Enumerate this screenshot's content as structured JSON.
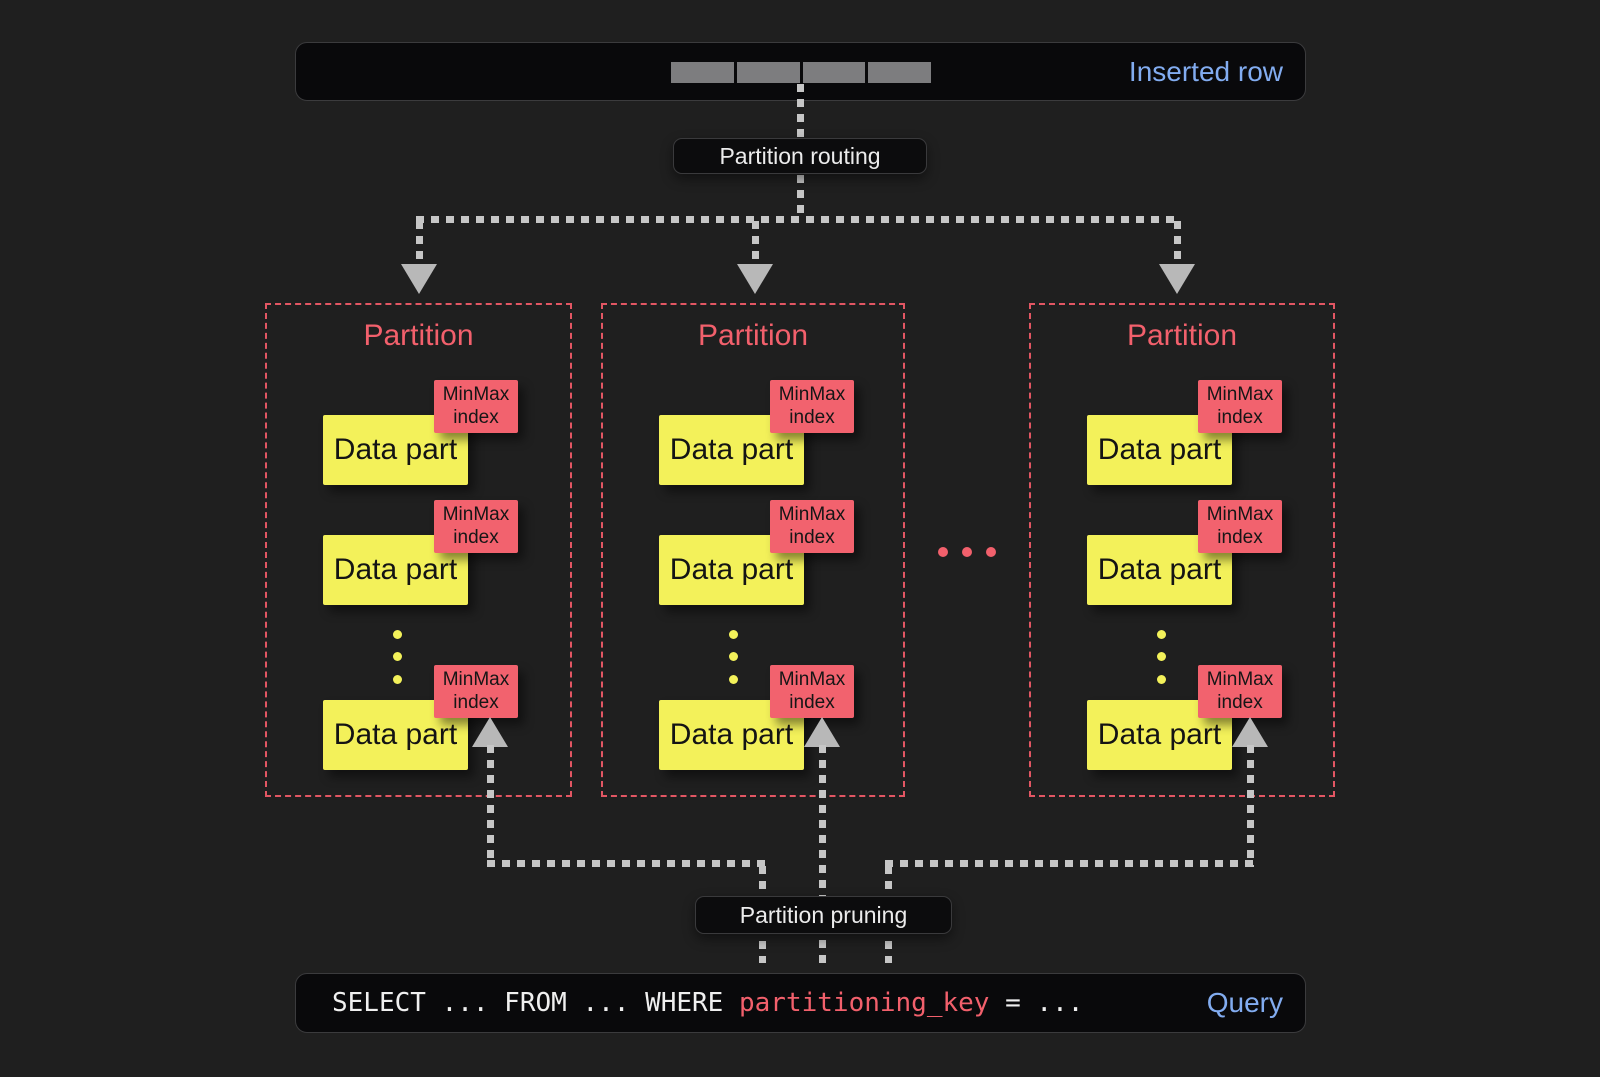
{
  "top_bar": {
    "label": "Inserted row",
    "segment_count": 4
  },
  "routing_label": "Partition routing",
  "pruning_label": "Partition pruning",
  "partitions": [
    {
      "title": "Partition",
      "parts": [
        {
          "part_label": "Data part",
          "index_label": "MinMax index"
        },
        {
          "part_label": "Data part",
          "index_label": "MinMax index"
        },
        {
          "part_label": "Data part",
          "index_label": "MinMax index"
        }
      ]
    },
    {
      "title": "Partition",
      "parts": [
        {
          "part_label": "Data part",
          "index_label": "MinMax index"
        },
        {
          "part_label": "Data part",
          "index_label": "MinMax index"
        },
        {
          "part_label": "Data part",
          "index_label": "MinMax index"
        }
      ]
    },
    {
      "title": "Partition",
      "parts": [
        {
          "part_label": "Data part",
          "index_label": "MinMax index"
        },
        {
          "part_label": "Data part",
          "index_label": "MinMax index"
        },
        {
          "part_label": "Data part",
          "index_label": "MinMax index"
        }
      ]
    }
  ],
  "query_bar": {
    "sql_prefix": "SELECT ... FROM ... WHERE ",
    "sql_key": "partitioning_key",
    "sql_suffix": " = ...",
    "label": "Query"
  },
  "colors": {
    "bg": "#1f1f1f",
    "bar_bg": "#09090b",
    "bar_border": "#3b3b3d",
    "pill_bg": "#0c0c0d",
    "accent_blue": "#82acf0",
    "salmon": "#f2606c",
    "yellow": "#f3f15a",
    "minmax_red": "#f2626e",
    "dash_gray": "#c6c6c6",
    "arrow_gray": "#b8b8b8",
    "segment_gray": "#7d7d7f",
    "sql_text": "#f0f0f0"
  }
}
